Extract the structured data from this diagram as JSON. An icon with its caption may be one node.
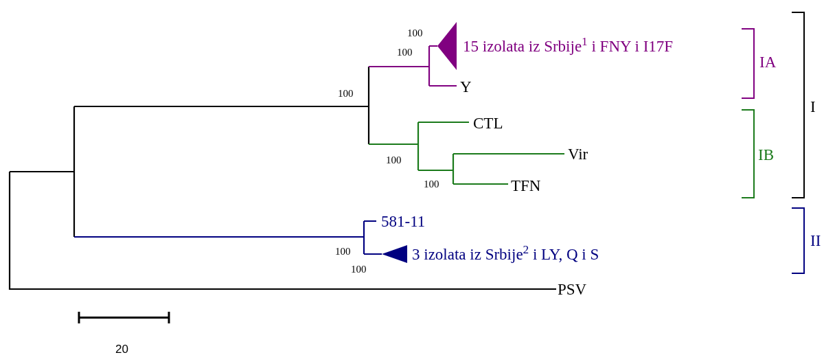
{
  "diagram": {
    "labels": [
      "100",
      "100",
      "15 izolata iz Srbije$^{1}$ i FNY i I17F",
      "IA",
      "Y",
      "100",
      "CTL",
      "I",
      "Vir",
      "IB",
      "100",
      "100",
      "TFN",
      "581-11",
      "II",
      "100",
      "3 izolata iz Srbije$^{2}$ i LY, Q i S",
      "100",
      "PSV",
      "20"
    ]
  }
}
